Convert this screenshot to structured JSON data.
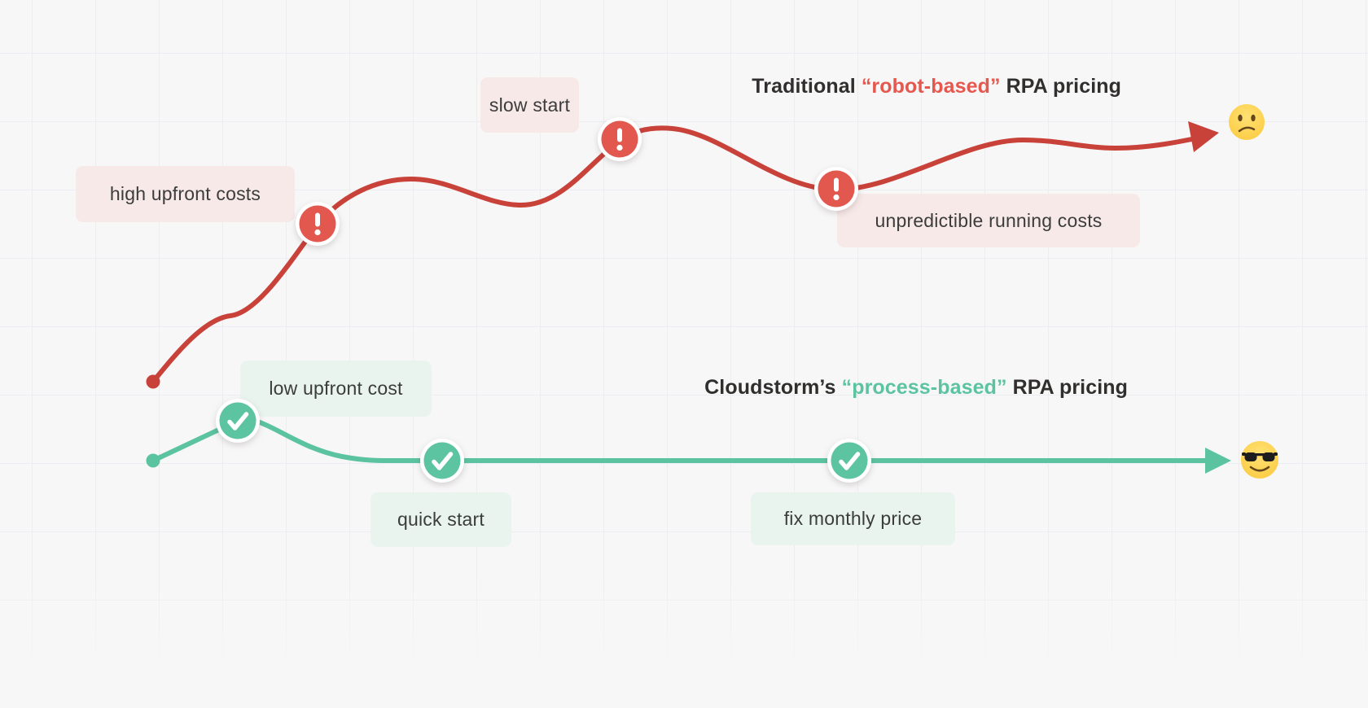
{
  "figure": {
    "type": "comparison-line-diagram",
    "background_color": "#f7f7f8",
    "grid_color": "#ececf3"
  },
  "titles": {
    "traditional": {
      "prefix": "Traditional ",
      "accent": "“robot-based”",
      "suffix": " RPA pricing",
      "accent_color": "#e4584e"
    },
    "cloudstorm": {
      "prefix": "Cloudstorm’s ",
      "accent": "“process-based”",
      "suffix": " RPA pricing",
      "accent_color": "#5cc3a0"
    }
  },
  "series": {
    "traditional": {
      "name": "Traditional “robot-based” RPA pricing",
      "line_color": "#c8423a",
      "marker_color": "#e2574e",
      "marker_icon": "exclamation-icon",
      "end_icon": "confused-face-emoji",
      "annotations": {
        "a1": "high upfront costs",
        "a2": "slow start",
        "a3": "unpredictible running costs"
      }
    },
    "cloudstorm": {
      "name": "Cloudstorm’s “process-based” RPA pricing",
      "line_color": "#5cc3a0",
      "marker_color": "#5cc4a1",
      "marker_icon": "check-icon",
      "end_icon": "sunglasses-face-emoji",
      "annotations": {
        "a1": "low upfront cost",
        "a2": "quick start",
        "a3": "fix monthly price"
      }
    }
  }
}
